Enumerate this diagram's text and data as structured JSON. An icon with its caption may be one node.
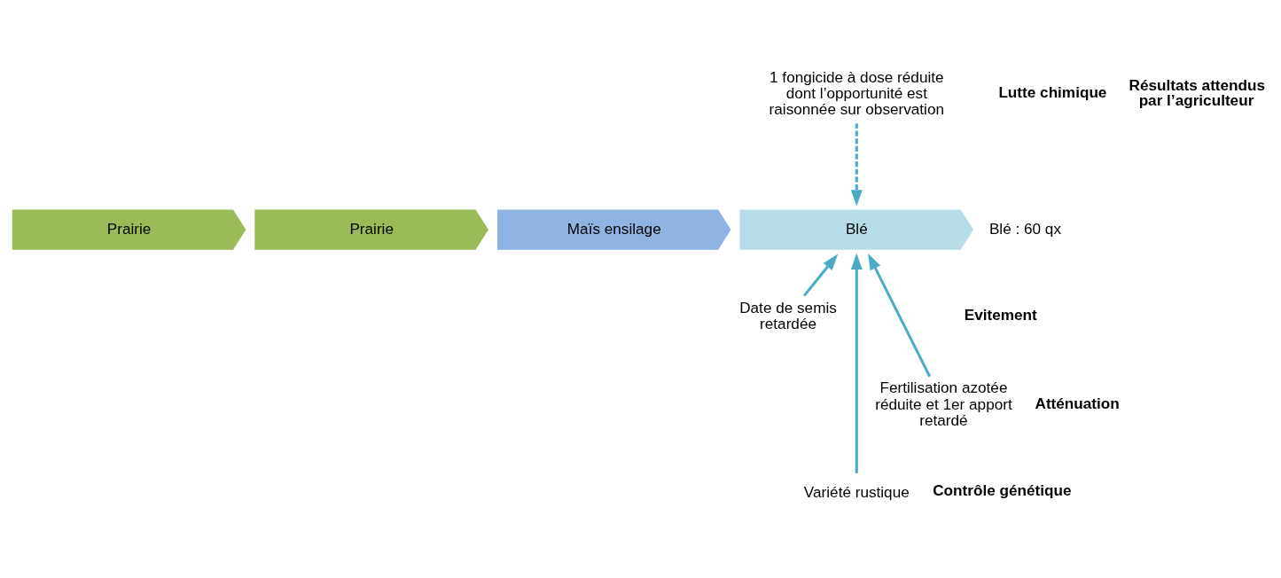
{
  "diagram": {
    "nodes": [
      {
        "text": [
          "Prairie"
        ]
      },
      {
        "text": [
          "Prairie"
        ]
      },
      {
        "text": [
          "Maïs ensilage"
        ]
      },
      {
        "text": [
          "Blé"
        ]
      },
      {
        "text": [
          "1 fongicide à dose réduite dont l’opportunité est raisonnée sur observation"
        ]
      },
      {
        "text": [
          "Date de semis retardée"
        ]
      },
      {
        "text": [
          "Variété rustique"
        ]
      },
      {
        "text": [
          "Fertilisation azotée réduite et 1er apport retardé"
        ]
      }
    ],
    "edges": [
      {
        "from": 4,
        "to": 3,
        "arrow": "to",
        "style": "dashed"
      },
      {
        "from": 5,
        "to": 3,
        "arrow": "to"
      },
      {
        "from": 6,
        "to": 3,
        "arrow": "to"
      },
      {
        "from": 7,
        "to": 3,
        "arrow": "to"
      }
    ],
    "labels": [
      "Lutte chimique",
      "Résultats attendus par l’agriculteur",
      "Blé : 60 qx",
      "Evitement",
      "Atténuation",
      "Contrôle génétique"
    ]
  }
}
